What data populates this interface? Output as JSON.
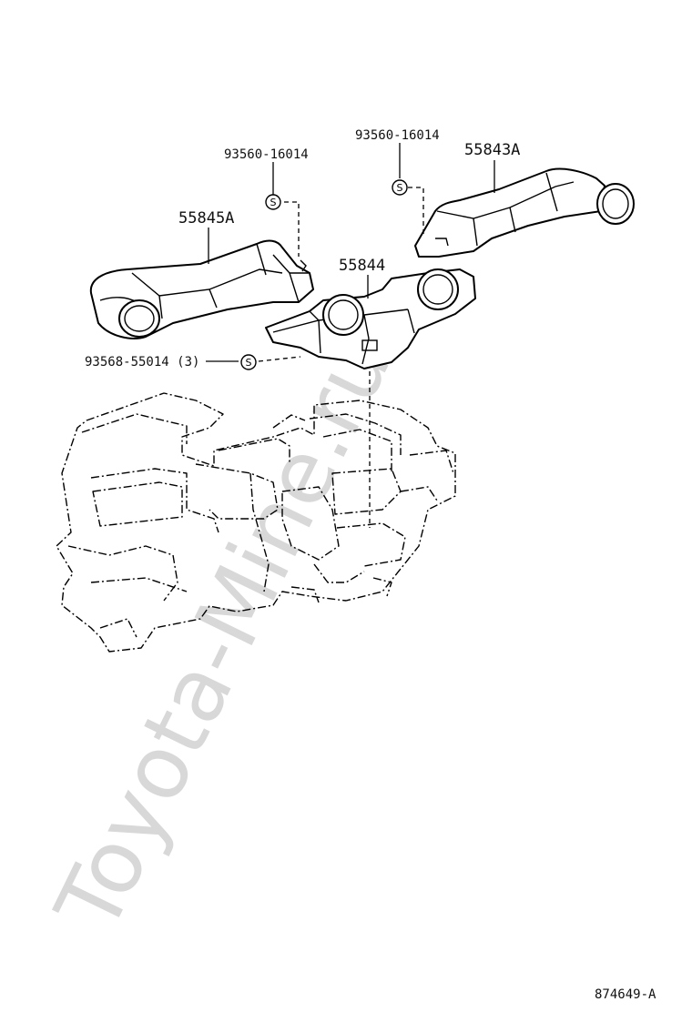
{
  "watermark": "Toyota-Mine.ru",
  "labels": {
    "clip_left": "93560-16014",
    "clip_right": "93560-16014",
    "duct_right": "55843A",
    "duct_left": "55845A",
    "duct_center": "55844",
    "screw": "93568-55014 (3)",
    "figure_id": "874649-A"
  },
  "symbol_text": "S"
}
